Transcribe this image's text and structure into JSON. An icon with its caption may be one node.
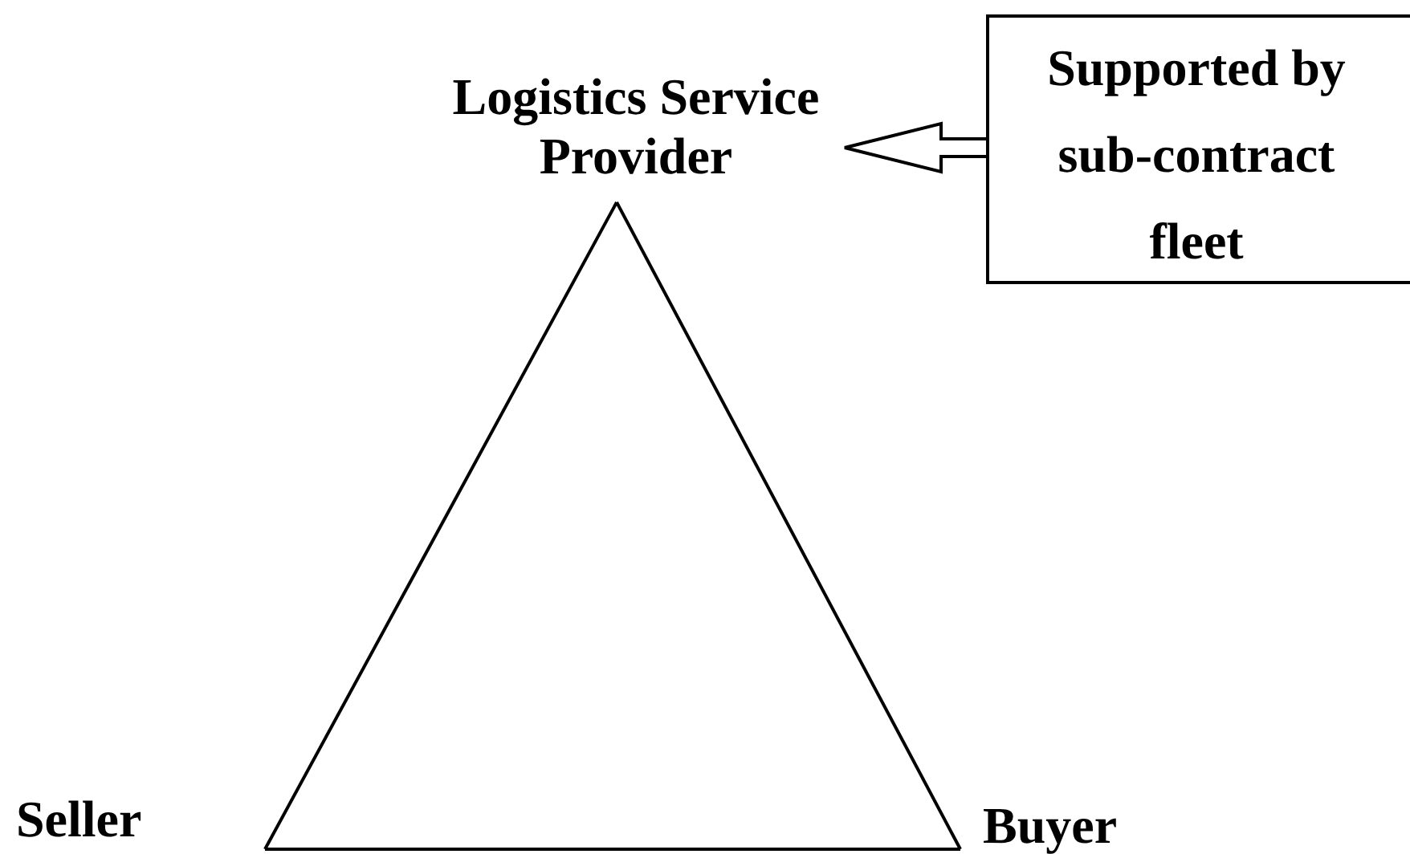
{
  "diagram": {
    "nodes": [
      {
        "text": [
          "Logistics Service Provider"
        ]
      },
      {
        "text": [
          "Supported by sub-contract fleet"
        ]
      },
      {
        "text": [
          "Seller"
        ]
      },
      {
        "text": [
          "Buyer"
        ]
      }
    ],
    "edges": [
      {
        "from": 0,
        "to": 2,
        "arrow": "none"
      },
      {
        "from": 2,
        "to": 3,
        "arrow": "none"
      },
      {
        "from": 3,
        "to": 0,
        "arrow": "none"
      },
      {
        "from": 1,
        "to": 0,
        "arrow": "to",
        "style": "thick"
      }
    ]
  }
}
